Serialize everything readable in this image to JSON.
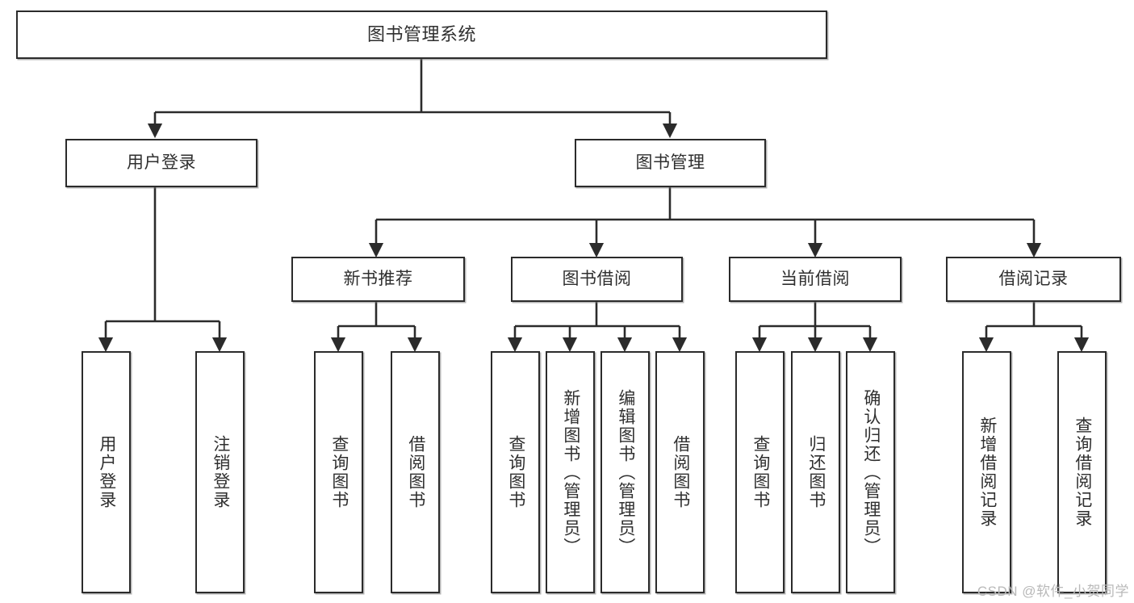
{
  "diagram": {
    "title": "图书管理系统",
    "type": "tree-hierarchy",
    "orientation": "top-down",
    "colors": {
      "box_border": "#2b2b2b",
      "box_fill": "#ffffff",
      "connector": "#2b2b2b",
      "text": "#2f2f2f",
      "watermark": "#b9b9b9"
    }
  },
  "root": {
    "label": "图书管理系统"
  },
  "level1": [
    {
      "label": "用户登录"
    },
    {
      "label": "图书管理"
    }
  ],
  "level2": [
    {
      "label": "新书推荐"
    },
    {
      "label": "图书借阅"
    },
    {
      "label": "当前借阅"
    },
    {
      "label": "借阅记录"
    }
  ],
  "leaves": {
    "user_login": [
      {
        "label": "用户登录"
      },
      {
        "label": "注销登录"
      }
    ],
    "new_book_recommend": [
      {
        "label": "查询图书"
      },
      {
        "label": "借阅图书"
      }
    ],
    "book_borrow": [
      {
        "label": "查询图书"
      },
      {
        "label": "新增图书（管理员）"
      },
      {
        "label": "编辑图书（管理员）"
      },
      {
        "label": "借阅图书"
      }
    ],
    "current_borrow": [
      {
        "label": "查询图书"
      },
      {
        "label": "归还图书"
      },
      {
        "label": "确认归还（管理员）"
      }
    ],
    "borrow_record": [
      {
        "label": "新增借阅记录"
      },
      {
        "label": "查询借阅记录"
      }
    ]
  },
  "watermark": {
    "text": "CSDN @软件_小贺同学"
  }
}
